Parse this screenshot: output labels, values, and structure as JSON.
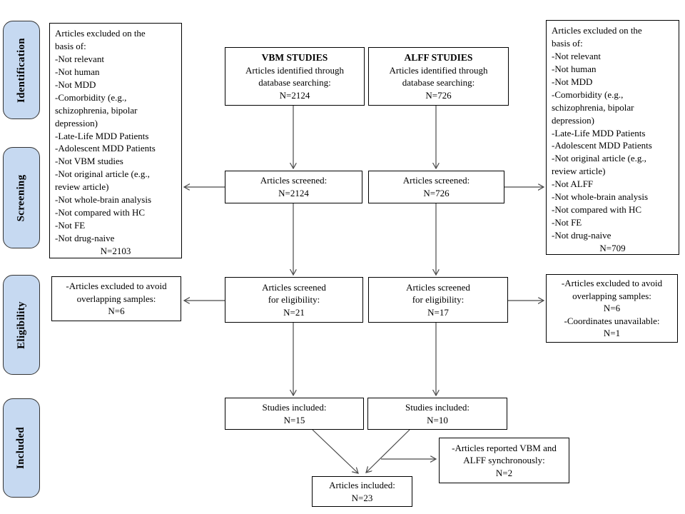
{
  "palette": {
    "sidebar_fill": "#c6d9f1",
    "sidebar_border": "#333333",
    "box_border": "#000000",
    "arrow": "#4a4a4a"
  },
  "sidebar": {
    "stages": [
      {
        "label": "Identification"
      },
      {
        "label": "Screening"
      },
      {
        "label": "Eligibility"
      },
      {
        "label": "Included"
      }
    ]
  },
  "boxes": {
    "vbm_top": {
      "title": "VBM STUDIES",
      "body": "Articles identified through\ndatabase searching:\nN=2124"
    },
    "alff_top": {
      "title": "ALFF STUDIES",
      "body": "Articles identified through\ndatabase searching:\nN=726"
    },
    "left_excluded": {
      "body": "Articles excluded on the\nbasis of:\n-Not relevant\n-Not human\n-Not MDD\n-Comorbidity (e.g.,\nschizophrenia, bipolar\ndepression)\n-Late-Life MDD Patients\n-Adolescent MDD Patients\n-Not VBM studies\n-Not original article (e.g.,\nreview article)\n-Not whole-brain analysis\n-Not compared with HC\n-Not FE\n-Not drug-naive",
      "count": "N=2103"
    },
    "right_excluded": {
      "body": "Articles excluded on the\nbasis of:\n-Not relevant\n-Not human\n-Not MDD\n-Comorbidity (e.g.,\nschizophrenia, bipolar\ndepression)\n-Late-Life MDD Patients\n-Adolescent MDD Patients\n-Not original article (e.g.,\nreview article)\n-Not ALFF\n-Not whole-brain analysis\n-Not compared with HC\n-Not FE\n-Not drug-naive",
      "count": "N=709"
    },
    "vbm_screened": {
      "body": "Articles screened:\nN=2124"
    },
    "alff_screened": {
      "body": "Articles screened:\nN=726"
    },
    "vbm_eligibility": {
      "body": "Articles screened\nfor eligibility:\nN=21"
    },
    "alff_eligibility": {
      "body": "Articles screened\nfor eligibility:\nN=17"
    },
    "left_overlap": {
      "body": "-Articles excluded to avoid\noverlapping samples:\nN=6"
    },
    "right_overlap": {
      "body": "-Articles excluded to avoid\noverlapping samples:\nN=6\n-Coordinates unavailable:\nN=1"
    },
    "vbm_included": {
      "body": "Studies included:\nN=15"
    },
    "alff_included": {
      "body": "Studies included:\nN=10"
    },
    "synchronously": {
      "body": "-Articles reported VBM and\nALFF synchronously:\nN=2"
    },
    "articles_included": {
      "body": "Articles included:\nN=23"
    }
  }
}
